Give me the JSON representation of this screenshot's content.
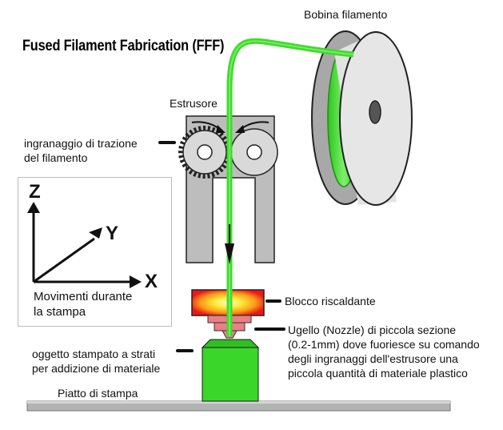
{
  "title": "Fused Filament Fabrication (FFF)",
  "labels": {
    "spool": "Bobina filamento",
    "extruder": "Estrusore",
    "drive_gear_line1": "ingranaggio di trazione",
    "drive_gear_line2": "del filamento",
    "heater_block": "Blocco riscaldante",
    "nozzle_line1": "Ugello (Nozzle) di piccola sezione",
    "nozzle_line2": "(0.2-1mm) dove fuoriesce su comando",
    "nozzle_line3": "degli ingranaggi dell'estrusore una",
    "nozzle_line4": "piccola quantità di materiale plastico",
    "object_line1": "oggetto stampato a strati",
    "object_line2": "per addizione di materiale",
    "bed": "Piatto di stampa"
  },
  "axes": {
    "z": "Z",
    "y": "Y",
    "x": "X",
    "caption_line1": "Movimenti durante",
    "caption_line2": "la stampa"
  },
  "colors": {
    "filament": "#3fdc2c",
    "object": "#3ad62a",
    "gear_body": "#d8d8d8",
    "extruder_body": "#bdbdbd",
    "bed": "#b0b0b0",
    "heater_hot": "#ffee55",
    "heater_edge": "#e81818",
    "nozzle": "#e97f84",
    "outline": "#000000"
  }
}
